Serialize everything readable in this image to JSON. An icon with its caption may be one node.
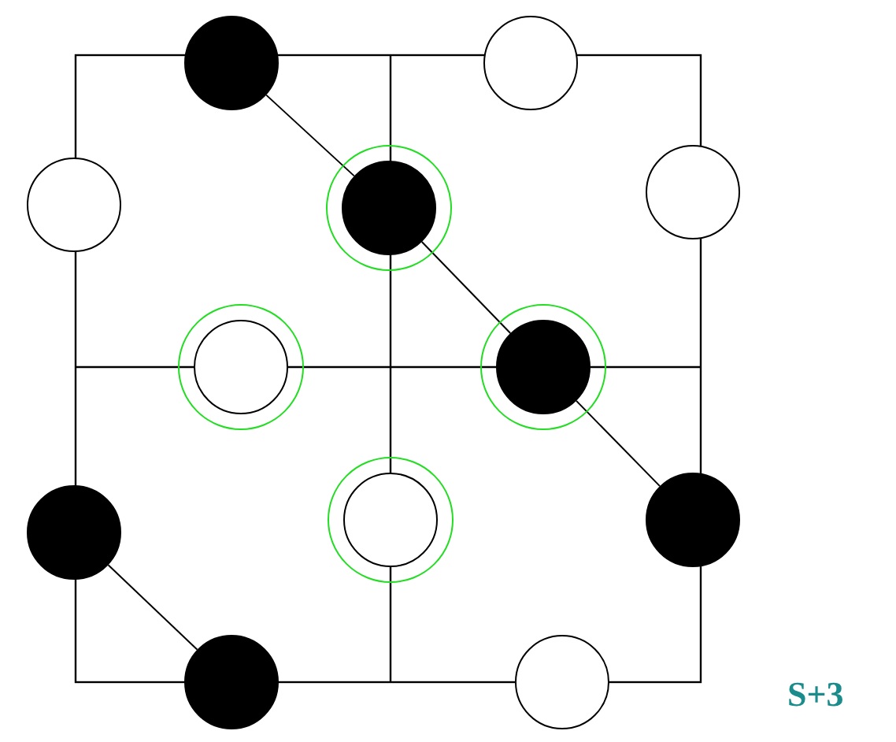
{
  "diagram": {
    "nodes": [
      {
        "text": [],
        "shape": "dot"
      },
      {
        "text": [],
        "shape": "circle"
      },
      {
        "text": [],
        "shape": "circle"
      },
      {
        "text": [],
        "shape": "circle"
      },
      {
        "text": [],
        "shape": "ring"
      },
      {
        "text": [],
        "shape": "dot",
        "in": 4
      },
      {
        "text": [],
        "shape": "ring"
      },
      {
        "text": [],
        "shape": "circle",
        "in": 6
      },
      {
        "text": [],
        "shape": "ring"
      },
      {
        "text": [],
        "shape": "dot",
        "in": 8
      },
      {
        "text": [],
        "shape": "ring"
      },
      {
        "text": [],
        "shape": "circle",
        "in": 10
      },
      {
        "text": [],
        "shape": "dot"
      },
      {
        "text": [],
        "shape": "dot"
      },
      {
        "text": [],
        "shape": "dot"
      },
      {
        "text": [],
        "shape": "circle"
      }
    ],
    "edges": [
      {
        "from": 0,
        "to": 5,
        "arrow": "none"
      },
      {
        "from": 5,
        "to": 9,
        "arrow": "none"
      },
      {
        "from": 9,
        "to": 12,
        "arrow": "none"
      },
      {
        "from": 13,
        "to": 14,
        "arrow": "none"
      }
    ],
    "labels": [
      "S+3"
    ]
  }
}
